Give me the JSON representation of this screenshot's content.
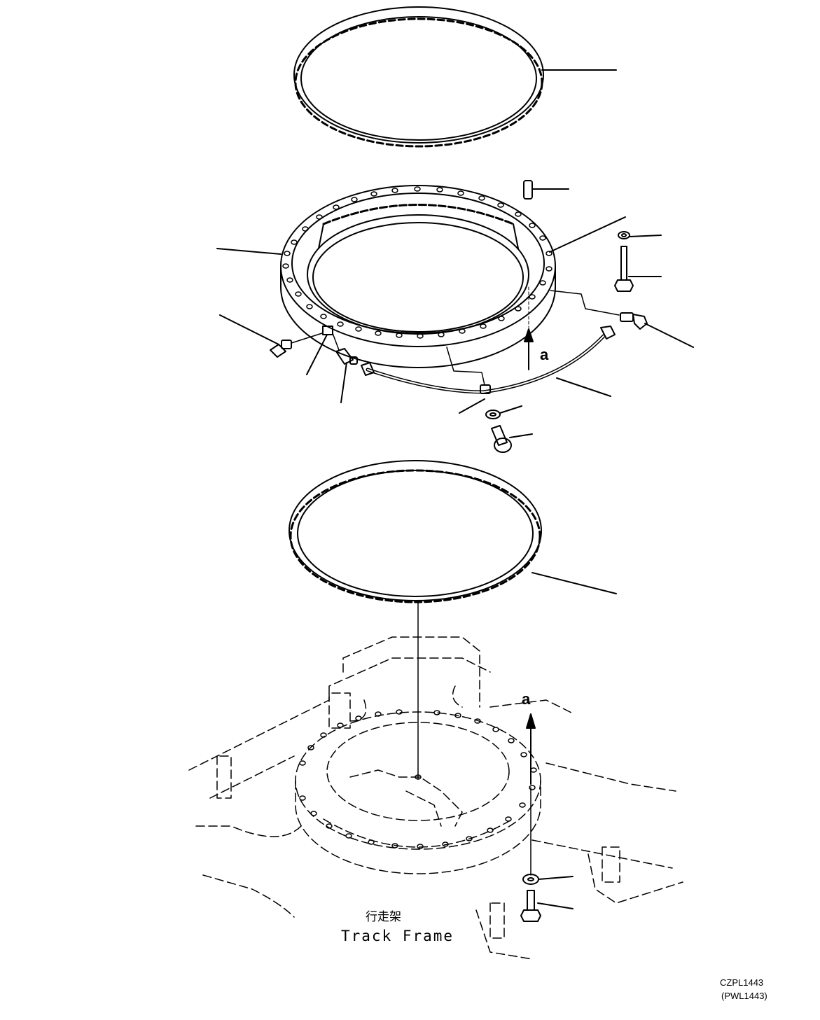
{
  "labels": {
    "arrow_a_upper": "a",
    "arrow_a_lower": "a",
    "frame_chinese": "行走架",
    "frame_english": "Track Frame",
    "figure_code": "CZPL1443",
    "figure_code_alt": "(PWL1443)"
  }
}
